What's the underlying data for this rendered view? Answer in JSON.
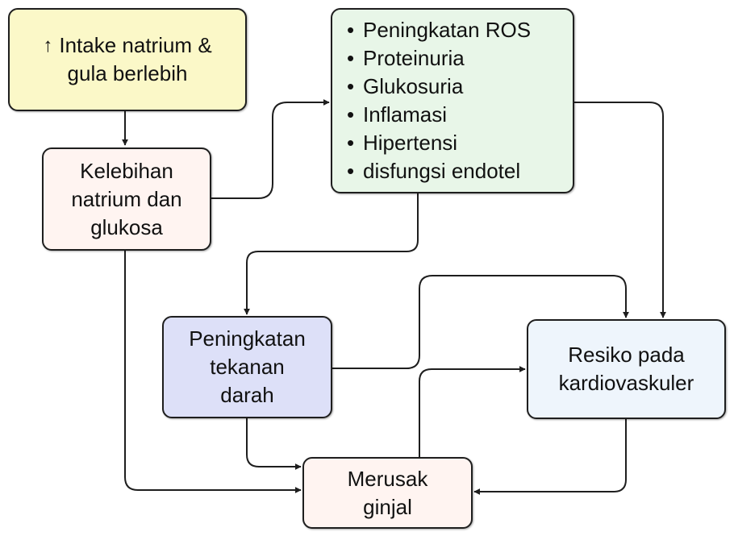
{
  "nodes": {
    "intake": {
      "arrow": "↑",
      "line1": "Intake natrium &",
      "line2": "gula  berlebih"
    },
    "kelebihan": {
      "lines": [
        "Kelebihan",
        "natrium dan",
        "glukosa"
      ]
    },
    "effects": {
      "items": [
        "Peningkatan ROS",
        "Proteinuria",
        "Glukosuria",
        "Inflamasi",
        "Hipertensi",
        "disfungsi endotel"
      ]
    },
    "tekanan": {
      "lines": [
        "Peningkatan",
        "tekanan",
        "darah"
      ]
    },
    "resiko": {
      "lines": [
        "Resiko pada",
        "kardiovaskuler"
      ]
    },
    "ginjal": {
      "lines": [
        "Merusak",
        "ginjal"
      ]
    }
  },
  "colors": {
    "intake": "#fbf8c8",
    "kelebihan": "#fff4f1",
    "effects": "#e8f6e8",
    "tekanan": "#dde0f8",
    "resiko": "#eef5fc",
    "ginjal": "#fff4f1",
    "edge": "#1e1e1e"
  }
}
